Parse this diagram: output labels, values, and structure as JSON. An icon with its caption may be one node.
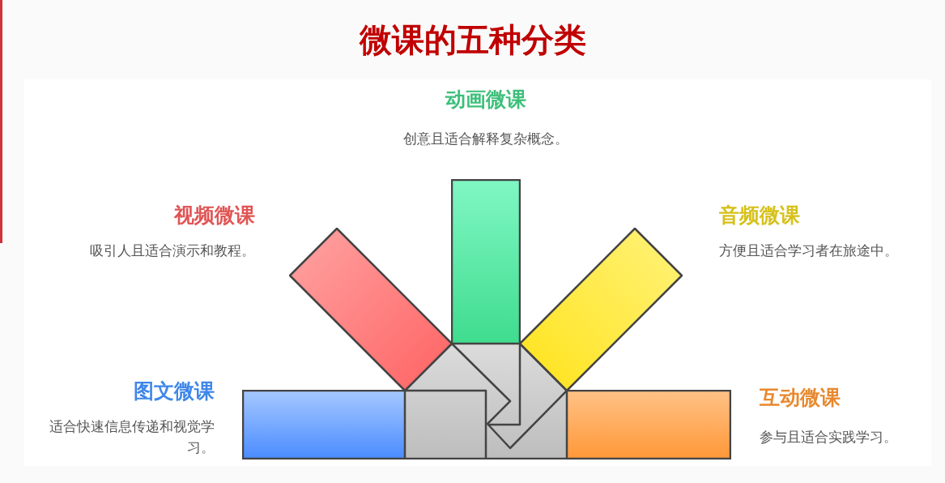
{
  "diagram": {
    "title": "微课的五种分类",
    "nodes": [
      {
        "text": [],
        "shape": "bar",
        "beside": [
          "动画微课",
          "创意且适合解释复杂概念。"
        ]
      },
      {
        "text": [],
        "shape": "bar",
        "beside": [
          "视频微课",
          "吸引人且适合演示和教程。"
        ]
      },
      {
        "text": [],
        "shape": "bar",
        "beside": [
          "音频微课",
          "方便且适合学习者在旅途中。"
        ]
      },
      {
        "text": [],
        "shape": "bar",
        "beside": [
          "图文微课",
          "适合快速信息传递和视觉学习。"
        ]
      },
      {
        "text": [],
        "shape": "bar",
        "beside": [
          "互动微课",
          "参与且适合实践学习。"
        ]
      }
    ]
  }
}
